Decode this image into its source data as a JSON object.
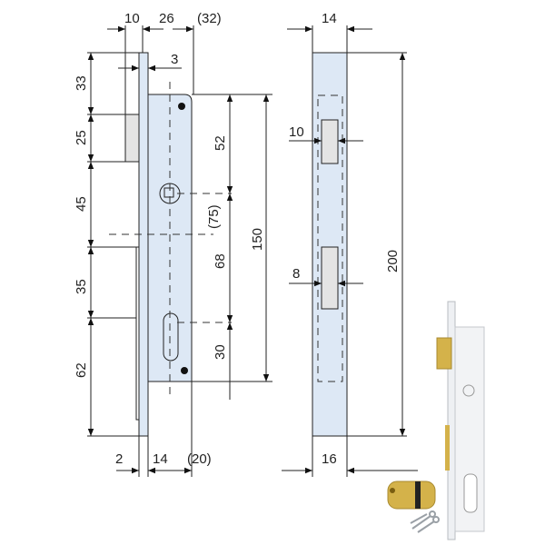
{
  "dimensions": {
    "top_backset_10": "10",
    "top_26": "26",
    "top_32": "(32)",
    "faceplate_3": "3",
    "v_33": "33",
    "v_25": "25",
    "v_45": "45",
    "v_35": "35",
    "v_62": "62",
    "r_52": "52",
    "r_75": "(75)",
    "r_68": "68",
    "r_30": "30",
    "r_150": "150",
    "b_2": "2",
    "b_14": "14",
    "b_20": "(20)",
    "front_14": "14",
    "front_10": "10",
    "front_8": "8",
    "front_200": "200",
    "front_16": "16"
  },
  "colors": {
    "plate": "#dde8f5",
    "brass": "#d4b24a"
  }
}
